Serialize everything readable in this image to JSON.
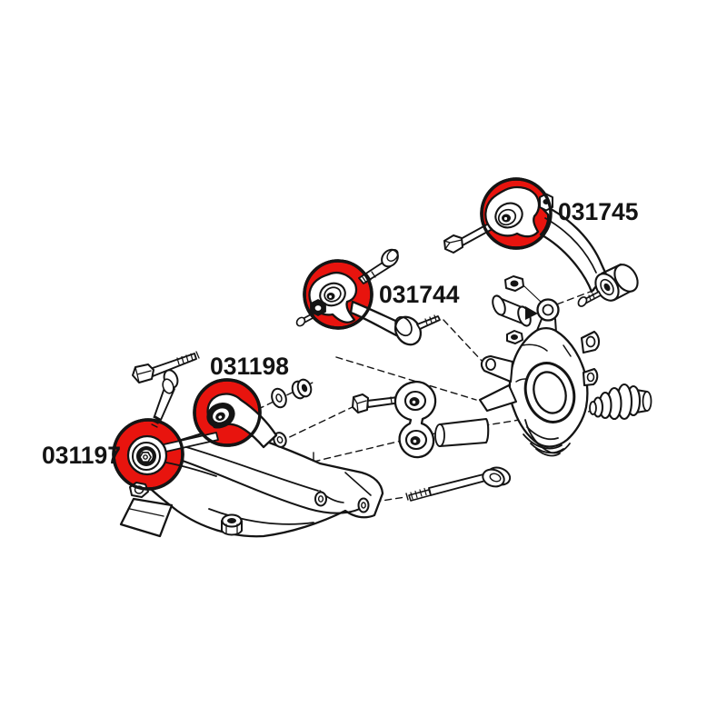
{
  "diagram": {
    "kind": "exploded-parts-diagram",
    "subject": "rear-suspension-assembly",
    "background_color": "#ffffff",
    "line_color": "#141414",
    "highlight_color": "#e8140e",
    "part_labels": [
      {
        "text": "031745"
      },
      {
        "text": "031744"
      },
      {
        "text": "031198"
      },
      {
        "text": "031197"
      }
    ]
  }
}
